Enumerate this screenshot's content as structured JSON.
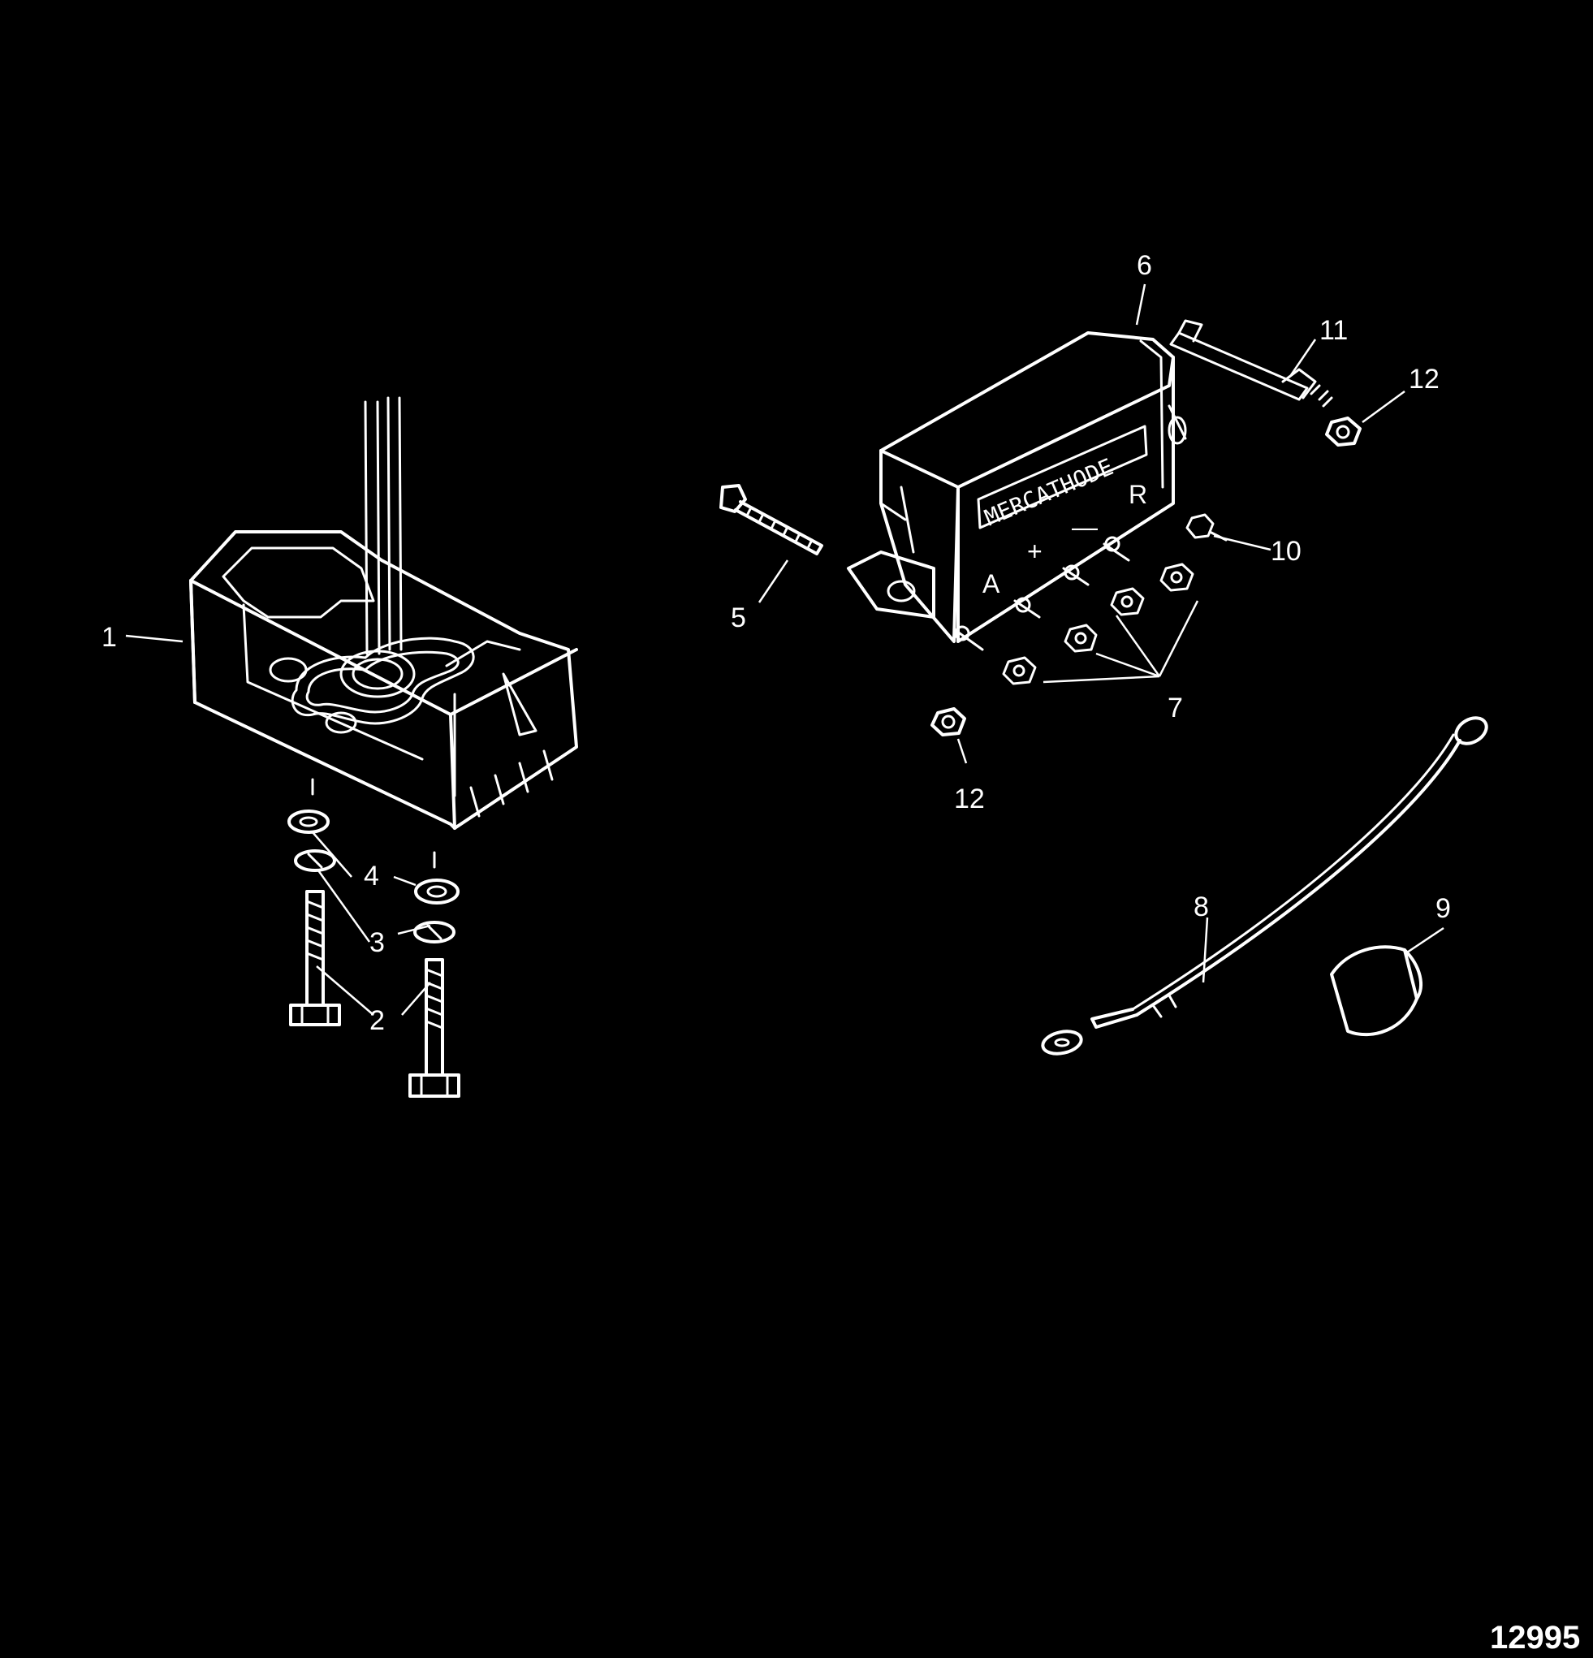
{
  "figure_number": "12995",
  "product_label": "MERCATHODE",
  "terminals": {
    "a": "A",
    "plus": "+",
    "minus": "—",
    "r": "R"
  },
  "callouts": [
    "1",
    "2",
    "3",
    "4",
    "5",
    "6",
    "7",
    "8",
    "9",
    "10",
    "11",
    "12"
  ],
  "colors": {
    "background": "#000000",
    "linework": "#ffffff"
  }
}
